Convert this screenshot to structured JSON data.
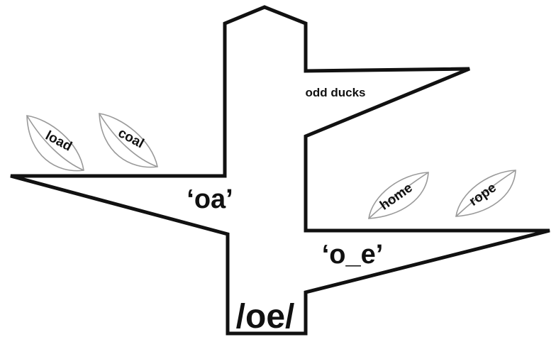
{
  "labels": {
    "root": "/oe/",
    "left_branch": "‘oa’",
    "right_branch": "‘o_e’",
    "top_branch": "odd ducks"
  },
  "leaves": {
    "left": [
      "load",
      "coal"
    ],
    "right": [
      "home",
      "rope"
    ]
  },
  "colors": {
    "outline": "#111111",
    "leaf": "#9a9a9a",
    "text": "#111111"
  }
}
